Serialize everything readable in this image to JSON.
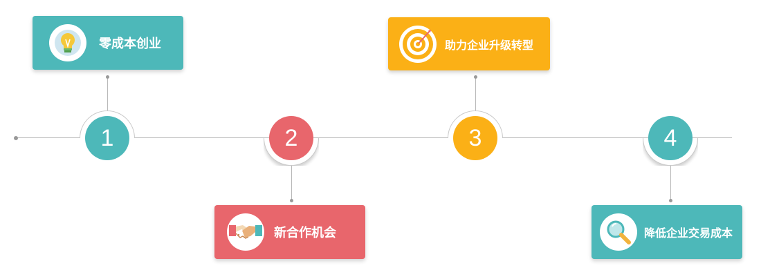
{
  "colors": {
    "teal": "#4db8b9",
    "red": "#e8666c",
    "orange": "#fbb016",
    "line": "#b9b9b9"
  },
  "steps": [
    {
      "number": "1",
      "label": "零成本创业",
      "icon": "lightbulb-icon",
      "color": "#4db8b9"
    },
    {
      "number": "2",
      "label": "新合作机会",
      "icon": "handshake-icon",
      "color": "#e8666c"
    },
    {
      "number": "3",
      "label": "助力企业升级转型",
      "icon": "target-icon",
      "color": "#fbb016"
    },
    {
      "number": "4",
      "label": "降低企业交易成本",
      "icon": "magnifier-icon",
      "color": "#4db8b9"
    }
  ]
}
